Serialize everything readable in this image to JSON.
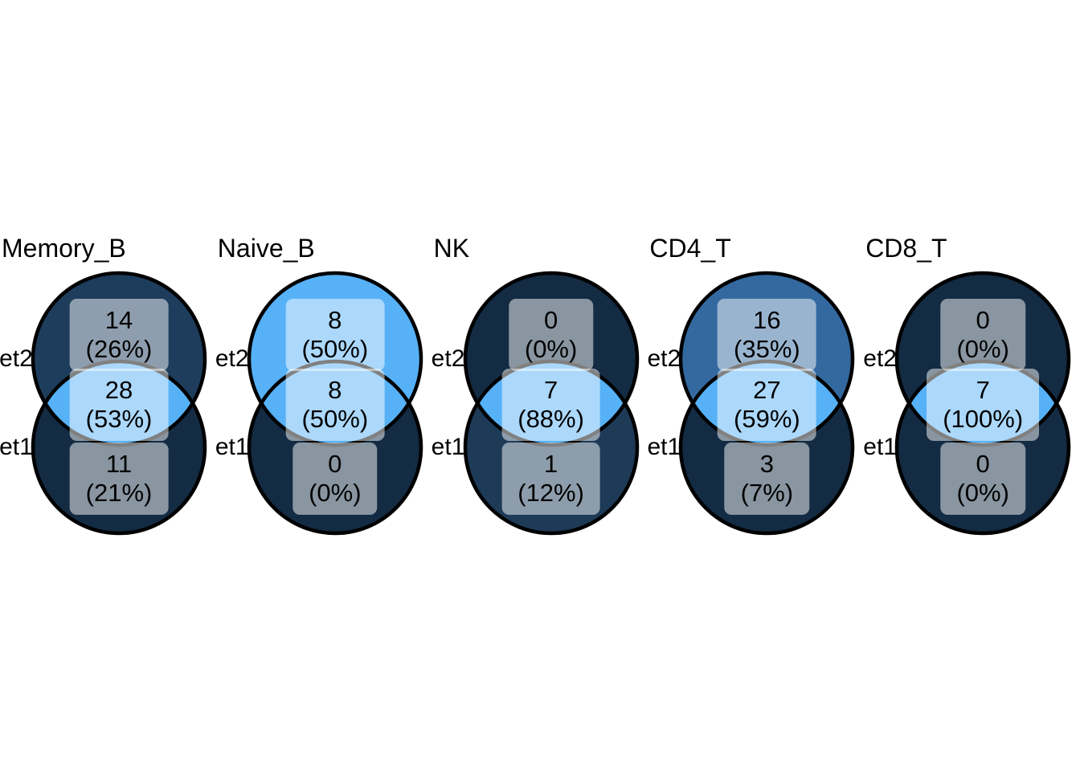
{
  "figure": {
    "background": "#ffffff",
    "set_labels": {
      "top": "et2",
      "bottom": "et1"
    },
    "style": {
      "circle_stroke": "#000000",
      "circle_stroke_width": "4.5",
      "label_box_fill": "rgba(255,255,255,0.5)",
      "gradient_low": "#132b43",
      "gradient_high": "#56b1f7"
    },
    "panels": [
      {
        "title": "Memory_B",
        "regions": {
          "set2_only": {
            "count": "14",
            "percent": "(26%)",
            "color": "#1e3d5c"
          },
          "intersection": {
            "count": "28",
            "percent": "(53%)",
            "color": "#56b1f7"
          },
          "set1_only": {
            "count": "11",
            "percent": "(21%)",
            "color": "#132b43"
          }
        }
      },
      {
        "title": "Naive_B",
        "regions": {
          "set2_only": {
            "count": "8",
            "percent": "(50%)",
            "color": "#56b1f7"
          },
          "intersection": {
            "count": "8",
            "percent": "(50%)",
            "color": "#56b1f7"
          },
          "set1_only": {
            "count": "0",
            "percent": "(0%)",
            "color": "#132b43"
          }
        }
      },
      {
        "title": "NK",
        "regions": {
          "set2_only": {
            "count": "0",
            "percent": "(0%)",
            "color": "#132b43"
          },
          "intersection": {
            "count": "7",
            "percent": "(88%)",
            "color": "#56b1f7"
          },
          "set1_only": {
            "count": "1",
            "percent": "(12%)",
            "color": "#1d3a57"
          }
        }
      },
      {
        "title": "CD4_T",
        "regions": {
          "set2_only": {
            "count": "16",
            "percent": "(35%)",
            "color": "#33699f"
          },
          "intersection": {
            "count": "27",
            "percent": "(59%)",
            "color": "#56b1f7"
          },
          "set1_only": {
            "count": "3",
            "percent": "(7%)",
            "color": "#132b43"
          }
        }
      },
      {
        "title": "CD8_T",
        "regions": {
          "set2_only": {
            "count": "0",
            "percent": "(0%)",
            "color": "#132b43"
          },
          "intersection": {
            "count": "7",
            "percent": "(100%)",
            "color": "#56b1f7"
          },
          "set1_only": {
            "count": "0",
            "percent": "(0%)",
            "color": "#132b43"
          }
        }
      }
    ]
  },
  "chart_data": {
    "type": "venn",
    "panels": [
      {
        "title": "Memory_B",
        "set2_only": 14,
        "intersection": 28,
        "set1_only": 11,
        "percents": [
          26,
          53,
          21
        ]
      },
      {
        "title": "Naive_B",
        "set2_only": 8,
        "intersection": 8,
        "set1_only": 0,
        "percents": [
          50,
          50,
          0
        ]
      },
      {
        "title": "NK",
        "set2_only": 0,
        "intersection": 7,
        "set1_only": 1,
        "percents": [
          0,
          88,
          12
        ]
      },
      {
        "title": "CD4_T",
        "set2_only": 16,
        "intersection": 27,
        "set1_only": 3,
        "percents": [
          35,
          59,
          7
        ]
      },
      {
        "title": "CD8_T",
        "set2_only": 0,
        "intersection": 7,
        "set1_only": 0,
        "percents": [
          0,
          100,
          0
        ]
      }
    ],
    "set_labels_visible": [
      "et2",
      "et1"
    ]
  }
}
